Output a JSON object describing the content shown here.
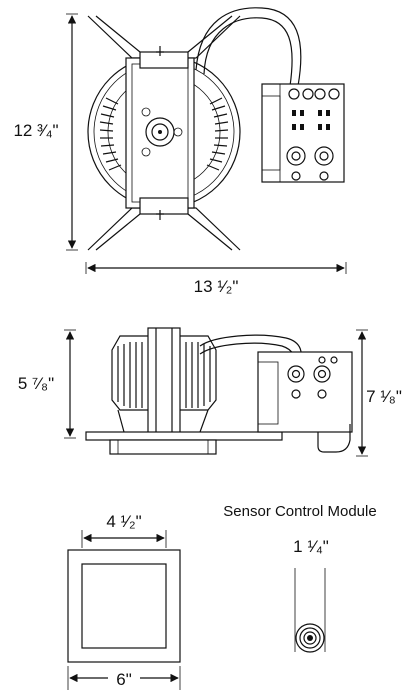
{
  "top_view": {
    "height_label": "12 ³⁄₄\"",
    "width_label": "13 ¹⁄₂\""
  },
  "side_view": {
    "left_height_label": "5 ⁷⁄₈\"",
    "right_height_label": "7 ¹⁄₈\""
  },
  "trim_view": {
    "inner_label": "4 ¹⁄₂\"",
    "outer_label": "6\""
  },
  "sensor": {
    "caption": "Sensor Control Module",
    "size_label": "1 ¹⁄₄\""
  }
}
